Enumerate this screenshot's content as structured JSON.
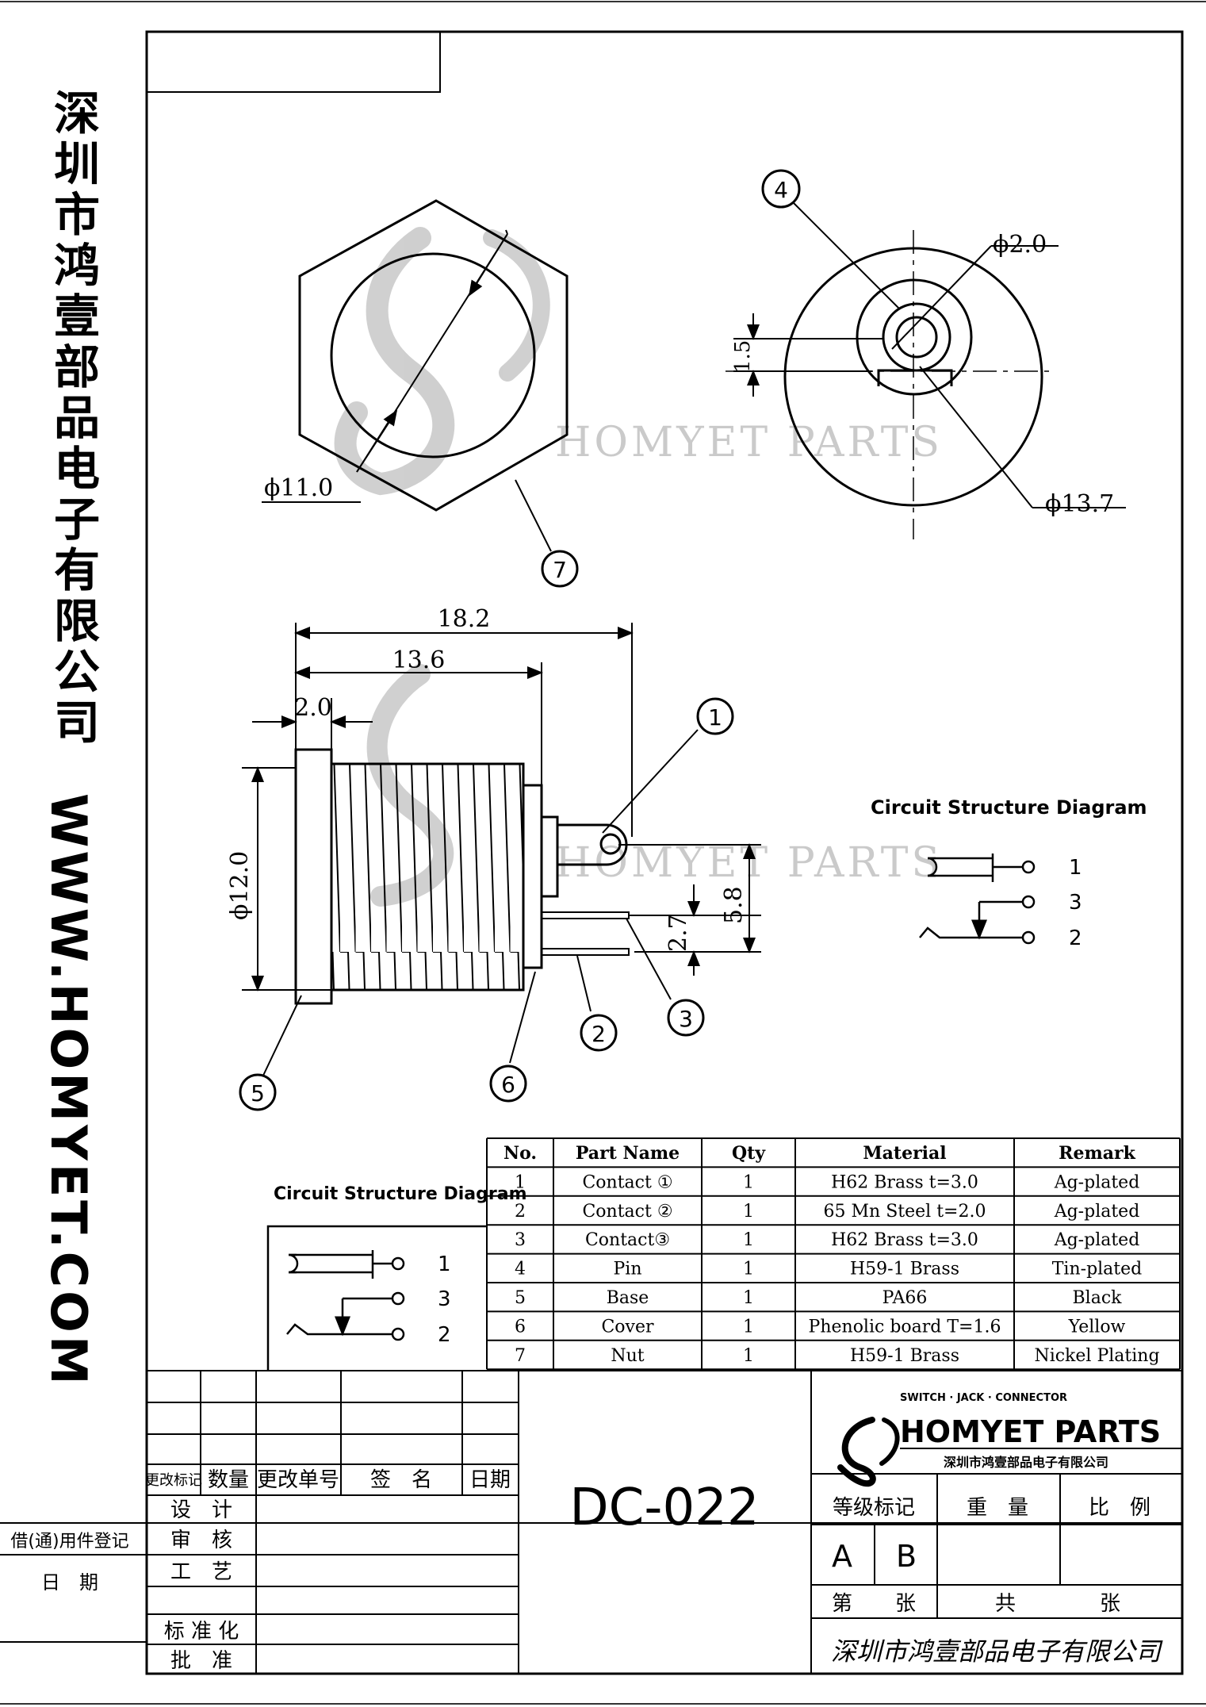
{
  "company_cn": "深圳市鸿壹部品电子有限公司",
  "website": "WWW.HOMYET.COM",
  "watermark": {
    "brand_en": "HOMYET PARTS"
  },
  "top_view": {
    "dim_11": "ϕ11.0",
    "dim_2": "ϕ2.0",
    "dim_137": "ϕ13.7",
    "dim_15": "1.5"
  },
  "side_view": {
    "dim_182": "18.2",
    "dim_136": "13.6",
    "dim_20": "2.0",
    "dim_120": "ϕ12.0",
    "dim_58": "5.8",
    "dim_27": "2.7"
  },
  "callouts": [
    "1",
    "2",
    "3",
    "4",
    "5",
    "6",
    "7"
  ],
  "circuit": {
    "title": "Circuit Structure Diagram",
    "pins": [
      "1",
      "3",
      "2"
    ]
  },
  "bom": {
    "headers": [
      "No.",
      "Part Name",
      "Qty",
      "Material",
      "Remark"
    ],
    "rows": [
      [
        "1",
        "Contact ①",
        "1",
        "H62 Brass t=3.0",
        "Ag-plated"
      ],
      [
        "2",
        "Contact ②",
        "1",
        "65 Mn Steel t=2.0",
        "Ag-plated"
      ],
      [
        "3",
        "Contact③",
        "1",
        "H62 Brass t=3.0",
        "Ag-plated"
      ],
      [
        "4",
        "Pin",
        "1",
        "H59-1 Brass",
        "Tin-plated"
      ],
      [
        "5",
        "Base",
        "1",
        "PA66",
        "Black"
      ],
      [
        "6",
        "Cover",
        "1",
        "Phenolic board T=1.6",
        "Yellow"
      ],
      [
        "7",
        "Nut",
        "1",
        "H59-1 Brass",
        "Nickel Plating"
      ]
    ]
  },
  "title_block": {
    "part_no": "DC-022",
    "rev_headers": [
      "更改标记",
      "数量",
      "更改单号",
      "签　名",
      "日期"
    ],
    "sign_rows": [
      "设　计",
      "审　核",
      "工　艺",
      "标 准 化",
      "批　准"
    ],
    "left_labels": [
      "借(通)用件登记",
      "日　期"
    ],
    "logo_tagline": "SWITCH · JACK · CONNECTOR",
    "logo_name": "HOMYET PARTS",
    "logo_cn": "深圳市鸿壹部品电子有限公司",
    "grade_header": [
      "等级标记",
      "重　量",
      "比　例"
    ],
    "grades": [
      "A",
      "B"
    ],
    "sheet_labels": [
      "第",
      "张",
      "共",
      "张"
    ],
    "company_script": "深圳市鸿壹部品电子有限公司"
  }
}
